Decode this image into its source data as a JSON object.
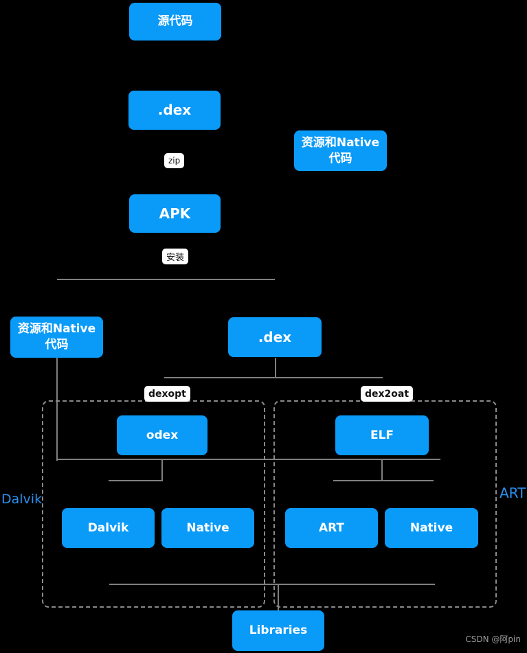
{
  "diagram": {
    "title": "Android dex compilation flow (Dalvik vs ART)",
    "nodes": {
      "source": {
        "label": "源代码"
      },
      "dex_top": {
        "label": ".dex"
      },
      "res_native_top": {
        "label": "资源和Native代码"
      },
      "apk": {
        "label": "APK"
      },
      "res_native_left": {
        "label": "资源和Native代码"
      },
      "dex_mid": {
        "label": ".dex"
      },
      "odex": {
        "label": "odex"
      },
      "elf": {
        "label": "ELF"
      },
      "dalvik": {
        "label": "Dalvik"
      },
      "native_left": {
        "label": "Native"
      },
      "art": {
        "label": "ART"
      },
      "native_right": {
        "label": "Native"
      },
      "libraries": {
        "label": "Libraries"
      }
    },
    "edge_labels": {
      "zip": {
        "label": "zip"
      },
      "install": {
        "label": "安装"
      },
      "dexopt": {
        "label": "dexopt"
      },
      "dex2oat": {
        "label": "dex2oat"
      }
    },
    "group_labels": {
      "dalvik_runtime": {
        "label": "Dalvik"
      },
      "art_runtime": {
        "label": "ART"
      }
    },
    "watermark": {
      "label": "CSDN @阿pin"
    },
    "colors": {
      "background": "#000000",
      "node_fill": "#0a9af8",
      "node_text": "#ffffff",
      "connector": "#7f7f7f",
      "group_border": "#8a8a8a",
      "edge_label_bg": "#ffffff",
      "edge_label_text": "#111111",
      "side_label": "#2b90ef",
      "watermark": "#9c9c9c"
    }
  }
}
